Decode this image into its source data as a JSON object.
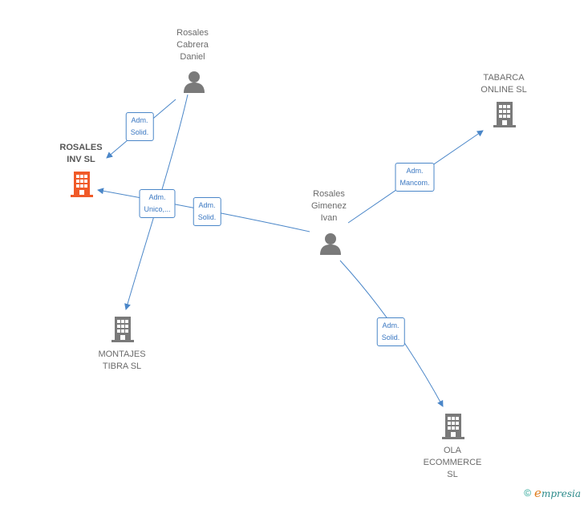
{
  "nodes": {
    "rosales_cabrera": {
      "lines": [
        "Rosales",
        "Cabrera",
        "Daniel"
      ],
      "icon": "person-icon"
    },
    "rosales_inv": {
      "lines": [
        "ROSALES",
        "INV SL"
      ],
      "icon": "building-icon",
      "color": "#f05a28"
    },
    "tabarca": {
      "lines": [
        "TABARCA",
        "ONLINE SL"
      ],
      "icon": "building-icon"
    },
    "rosales_gimenez": {
      "lines": [
        "Rosales",
        "Gimenez",
        "Ivan"
      ],
      "icon": "person-icon"
    },
    "montajes": {
      "lines": [
        "MONTAJES",
        "TIBRA SL"
      ],
      "icon": "building-icon"
    },
    "ola": {
      "lines": [
        "OLA",
        "ECOMMERCE",
        "SL"
      ],
      "icon": "building-icon"
    }
  },
  "edges": {
    "cabrera_inv": [
      "Adm.",
      "Solid."
    ],
    "cabrera_montajes": [
      "Adm.",
      "Unico,..."
    ],
    "gimenez_inv": [
      "Adm.",
      "Solid."
    ],
    "gimenez_tabarca": [
      "Adm.",
      "Mancom."
    ],
    "gimenez_ola": [
      "Adm.",
      "Solid."
    ]
  },
  "colors": {
    "edge": "#4a86c8",
    "icon": "#7a7a7a",
    "highlight": "#f05a28"
  },
  "footer": {
    "copyright": "©",
    "brand_initial": "e",
    "brand_rest": "mpresia"
  }
}
